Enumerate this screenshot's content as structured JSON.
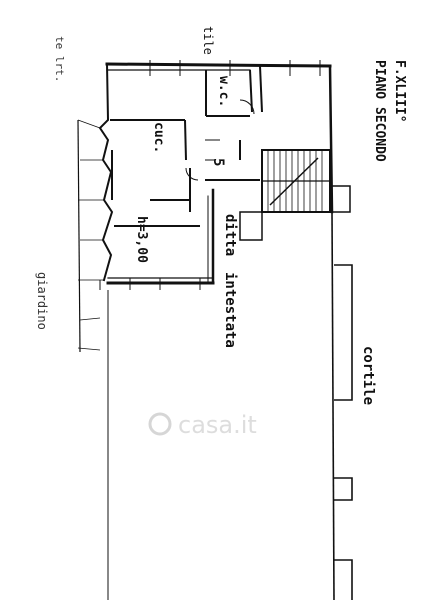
{
  "sheet": {
    "number": "F.XLIII°",
    "floor": "PIANO SECONDO"
  },
  "rooms": {
    "wc": "w.c.",
    "kitchen": "cuc.",
    "stair_number": "5",
    "height": "h=3,00",
    "edge_partial": "tile"
  },
  "labels": {
    "ownership_line1": "ditta",
    "ownership_line2": "intestata",
    "courtyard": "cortile",
    "garden": "giardino",
    "left_note": "te lrt."
  },
  "watermark": {
    "text": "casa.it"
  },
  "colors": {
    "ink": "#111111",
    "paper": "#ffffff",
    "watermark": "#b4b4b4"
  }
}
